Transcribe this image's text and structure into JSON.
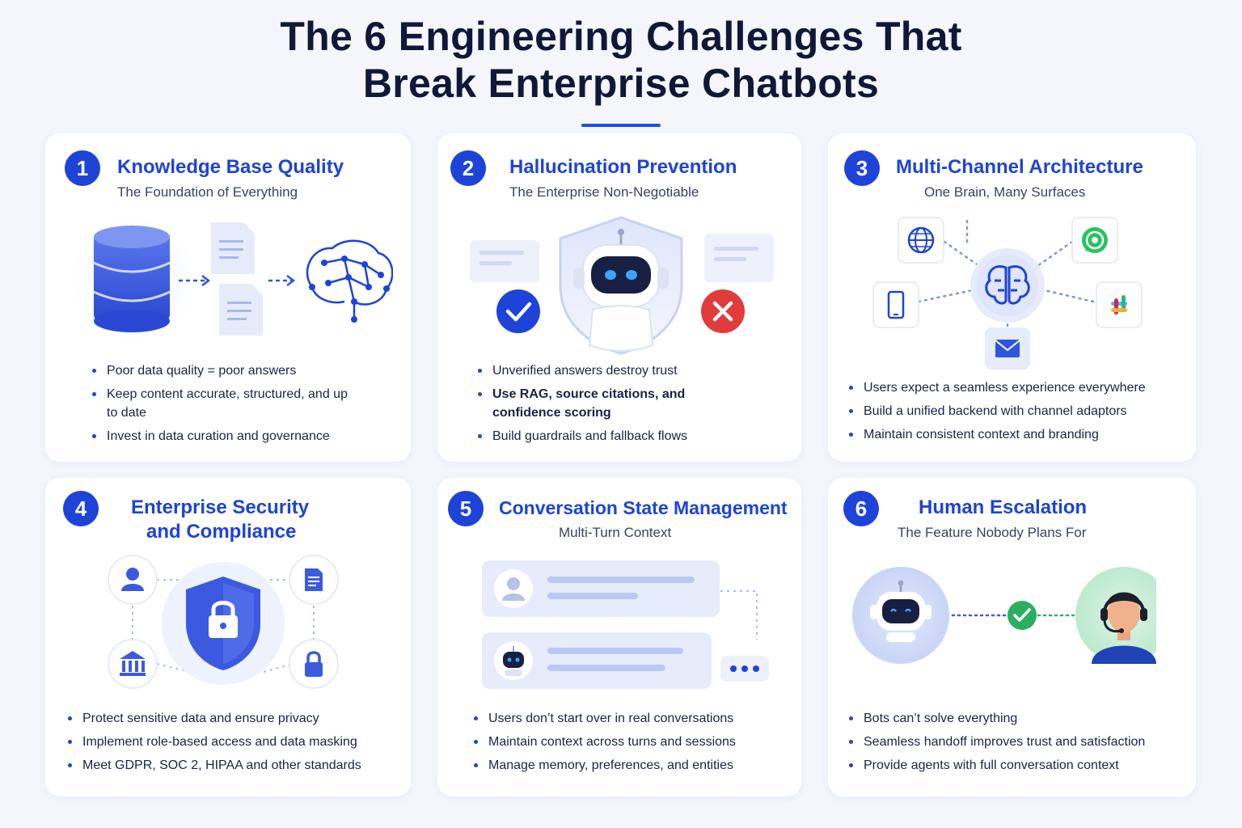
{
  "header": {
    "title_line1": "The 6 Engineering Challenges That",
    "title_line2": "Break Enterprise Chatbots"
  },
  "colors": {
    "accent": "#1d43d8",
    "check_green": "#2cae62",
    "error_red": "#e23b3b",
    "card_bg": "#ffffff",
    "page_bg": "#f4f6fc"
  },
  "cards": [
    {
      "number": "1",
      "title": "Knowledge Base Quality",
      "subtitle": "The Foundation of Everything",
      "icons": [
        "database-icon",
        "document-icon",
        "brain-network-icon"
      ],
      "bullets": [
        "Poor data quality = poor answers",
        "Keep content accurate, structured, and up to date",
        "Invest in data curation and governance"
      ]
    },
    {
      "number": "2",
      "title": "Hallucination Prevention",
      "subtitle": "The Enterprise Non-Negotiable",
      "icons": [
        "shield-icon",
        "robot-icon",
        "check-icon",
        "cross-icon"
      ],
      "bullets": [
        "Unverified answers destroy trust",
        "Use RAG, source citations, and confidence scoring",
        "Build guardrails and fallback flows"
      ]
    },
    {
      "number": "3",
      "title": "Multi-Channel Architecture",
      "subtitle": "One Brain, Many Surfaces",
      "icons": [
        "globe-icon",
        "whatsapp-icon",
        "phone-icon",
        "brain-icon",
        "slack-icon",
        "mail-icon"
      ],
      "bullets": [
        "Users expect a seamless experience everywhere",
        "Build a unified backend with channel adaptors",
        "Maintain consistent context and branding"
      ]
    },
    {
      "number": "4",
      "title_line1": "Enterprise Security",
      "title_line2": "and Compliance",
      "icons": [
        "user-icon",
        "document-icon",
        "lock-shield-icon",
        "bank-icon",
        "lock-icon"
      ],
      "bullets": [
        "Protect sensitive data and ensure privacy",
        "Implement role-based access and data masking",
        "Meet GDPR, SOC 2, HIPAA and other standards"
      ]
    },
    {
      "number": "5",
      "title": "Conversation State Management",
      "subtitle": "Multi-Turn Context",
      "icons": [
        "user-avatar-icon",
        "robot-avatar-icon",
        "typing-dots-icon"
      ],
      "bullets": [
        "Users don’t start over in real conversations",
        "Maintain context across turns and sessions",
        "Manage memory, preferences, and entities"
      ]
    },
    {
      "number": "6",
      "title": "Human Escalation",
      "subtitle": "The Feature Nobody Plans For",
      "icons": [
        "robot-icon",
        "check-icon",
        "support-agent-icon"
      ],
      "bullets": [
        "Bots can’t solve everything",
        "Seamless handoff improves trust and satisfaction",
        "Provide agents with full conversation context"
      ]
    }
  ]
}
